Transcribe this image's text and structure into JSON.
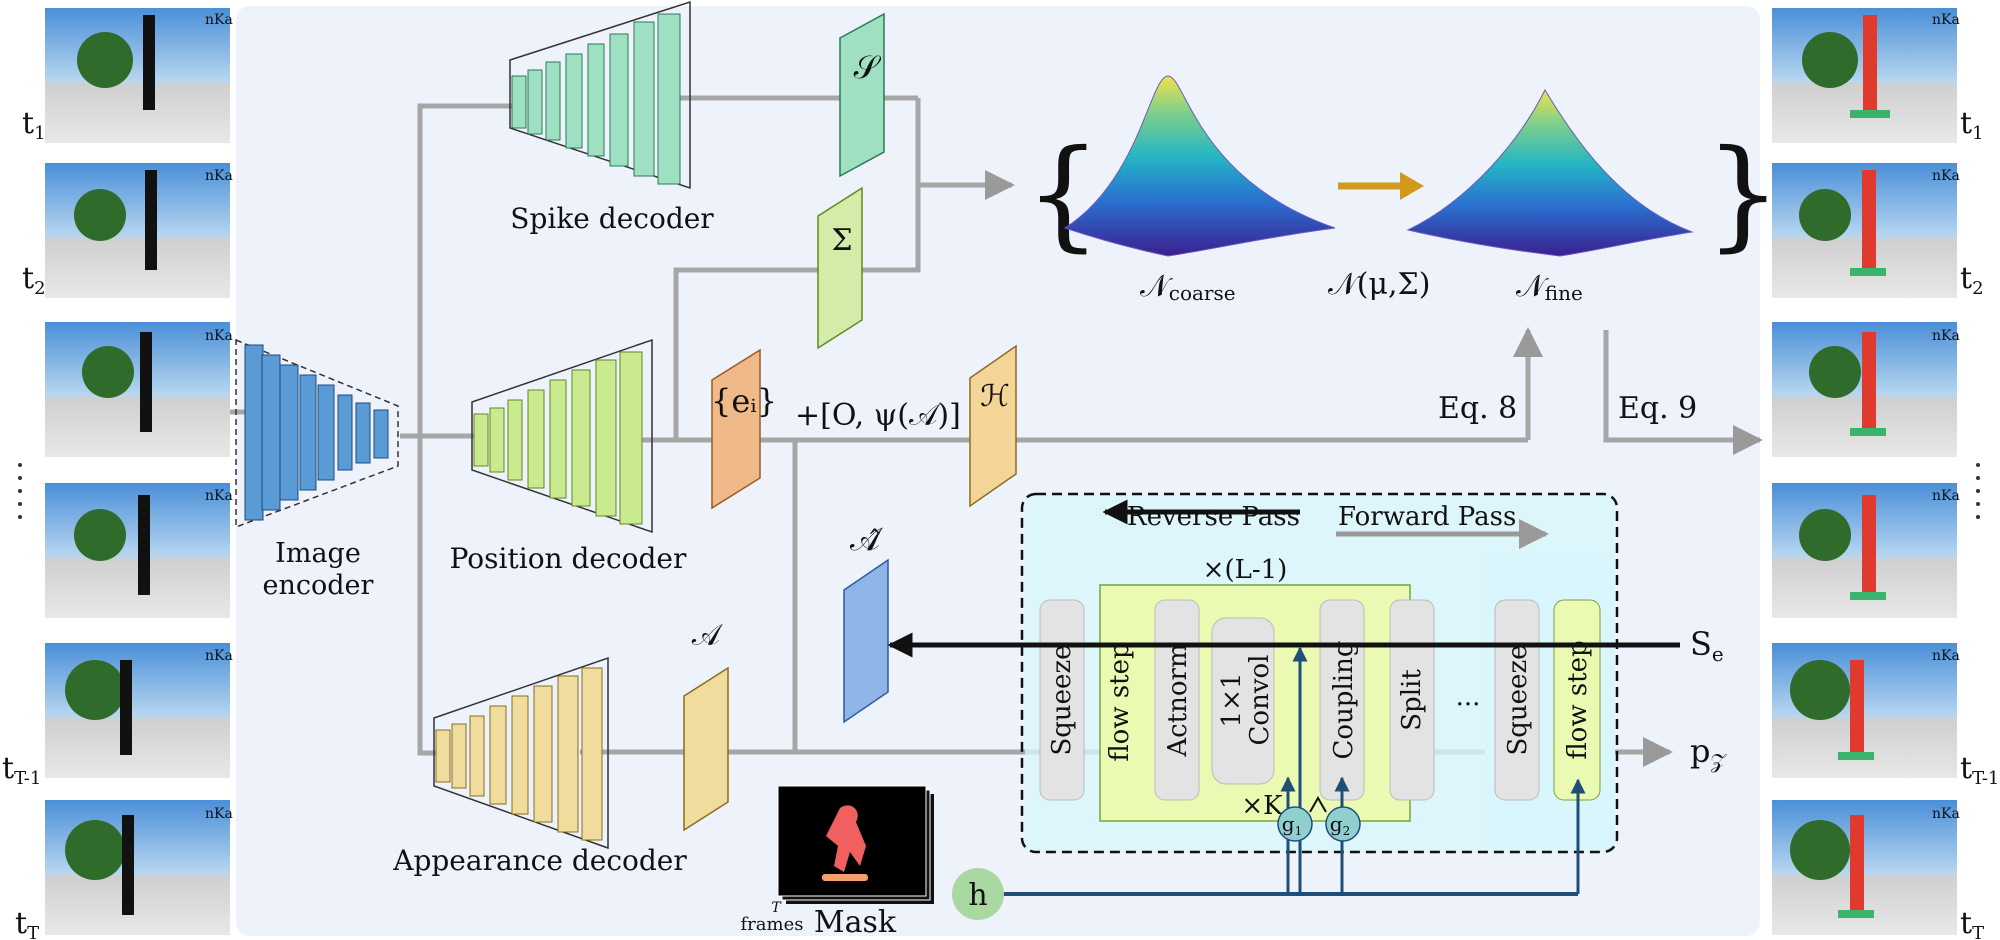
{
  "frames": {
    "left_labels": [
      {
        "base": "t",
        "sub": "1"
      },
      {
        "base": "t",
        "sub": "2"
      },
      {
        "base": "",
        "sub": ""
      },
      {
        "base": "",
        "sub": ""
      },
      {
        "base": "t",
        "sub": "T-1"
      },
      {
        "base": "t",
        "sub": "T"
      }
    ],
    "watermark": "nKa"
  },
  "encoder": {
    "label_line1": "Image",
    "label_line2": "encoder"
  },
  "decoders": {
    "spike": "Spike decoder",
    "position": "Position decoder",
    "appearance": "Appearance decoder"
  },
  "symbols": {
    "S": "𝒮",
    "Sigma": "Σ",
    "ei": "{eᵢ}",
    "concat": "+[O, ψ(𝒜)]",
    "H": "ℋ",
    "A": "𝒜",
    "A_hat": "𝒜̂"
  },
  "gaussians": {
    "coarse": "𝒩",
    "coarse_sub": "coarse",
    "normal": "𝒩(μ,Σ)",
    "fine": "𝒩",
    "fine_sub": "fine",
    "brace_left": "{",
    "brace_right": "}",
    "colors": [
      "#3b1f8f",
      "#2a6fd0",
      "#24b5c4",
      "#7fd08a",
      "#f1e14a"
    ],
    "arrow_color": "#d19a1b"
  },
  "equations": {
    "eq8": "Eq. 8",
    "eq9": "Eq. 9"
  },
  "flow": {
    "reverse": "Reverse Pass",
    "forward": "Forward Pass",
    "times_L": "×(L-1)",
    "times_K": "×K",
    "blocks": {
      "squeeze1": "Squeeze",
      "flowstep_outer": "flow step",
      "actnorm": "Actnorm",
      "convol_line1": "1×1",
      "convol_line2": "Convol",
      "coupling": "Coupling",
      "split": "Split",
      "dots": "...",
      "squeeze2": "Squeeze",
      "flowstep_last": "flow step"
    },
    "se": {
      "base": "S",
      "sub": "e"
    },
    "pz": {
      "base": "p",
      "sub": "𝒵"
    },
    "g1": {
      "base": "g",
      "sub": "1"
    },
    "g2": {
      "base": "g",
      "sub": "2"
    }
  },
  "mask": {
    "label": "Mask",
    "frames_label": "frames",
    "T": "T",
    "h": "h"
  },
  "colors": {
    "panel": "#eef2fb",
    "spike": "#9fe0c2",
    "position": "#c9ea8f",
    "appearance": "#f0dc9c",
    "encoder": "#5b9bd5",
    "ei": "#f0b98a",
    "H": "#f4d497",
    "A_hat": "#8fb5e8",
    "flow_bg": "#d8f6fb",
    "flowstep": "#eafab2",
    "gray_block": "#e3e3e3",
    "navy": "#1f4e79",
    "teal_circle": "#8fcfcf",
    "h_circle": "#a9d8a0",
    "mask_red": "#f06060"
  }
}
